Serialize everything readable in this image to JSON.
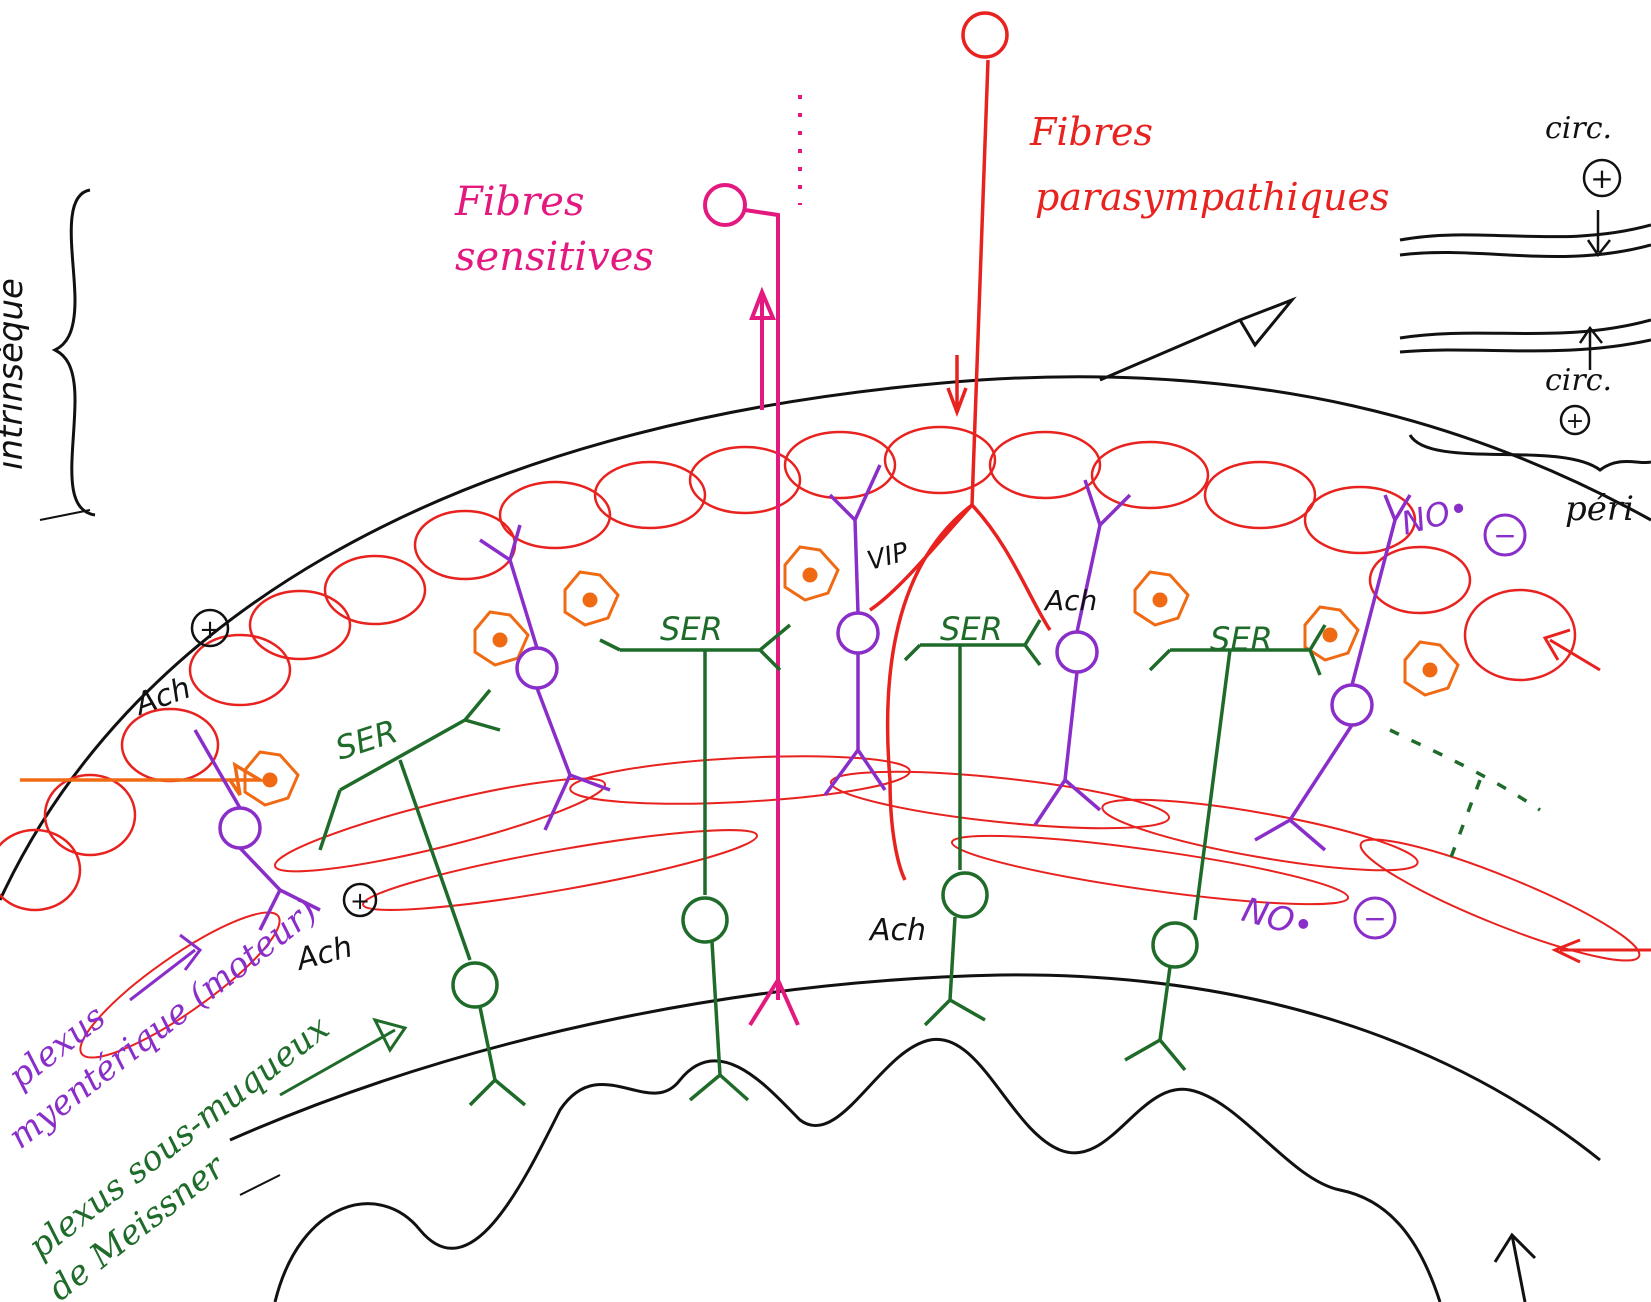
{
  "colors": {
    "ink": "#111111",
    "parasympathetic": "#e8221f",
    "sensory": "#e3197f",
    "motor": "#8a2ec9",
    "submucosal": "#1f6b2a",
    "interstitial": "#f06a14"
  },
  "labels": {
    "sensory_fiber": [
      "Fibres",
      "sensitives"
    ],
    "parasympathetic_fiber": [
      "Fibres",
      "parasympathiques"
    ],
    "ser": "SER",
    "ach": "Ach",
    "no": "NO•",
    "vip": "VIP",
    "circ_top": "circ.",
    "circ_bottom": "circ.",
    "plus": "+",
    "minus": "−",
    "peri": "péri",
    "left_vertical": "intrinsèque",
    "motor_plexus": [
      "plexus",
      "myentérique (moteur)"
    ],
    "submucosal_plexus": [
      "plexus sous-muqueux",
      "de Meissner"
    ]
  }
}
